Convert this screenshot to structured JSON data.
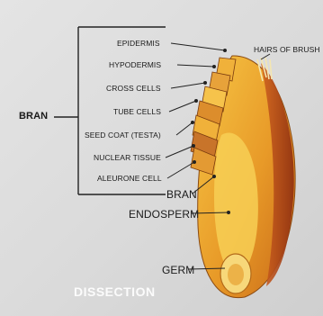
{
  "diagram": {
    "left_group_label": "BRAN",
    "layers": [
      "EPIDERMIS",
      "HYPODERMIS",
      "CROSS CELLS",
      "TUBE CELLS",
      "SEED COAT (TESTA)",
      "NUCLEAR TISSUE",
      "ALEURONE CELL"
    ],
    "hairs_label": "HAIRS OF BRUSH",
    "bran_label": "BRAN",
    "endosperm_label": "ENDOSPERM",
    "germ_label": "GERM",
    "watermark": "DISSECTION"
  },
  "colors": {
    "background": "#dcdcdc",
    "kernel_outer": "#e8a52a",
    "kernel_inner": "#f6c645",
    "bran_red": "#b0471a",
    "germ": "#f7d87a",
    "leader_line": "#222222"
  }
}
